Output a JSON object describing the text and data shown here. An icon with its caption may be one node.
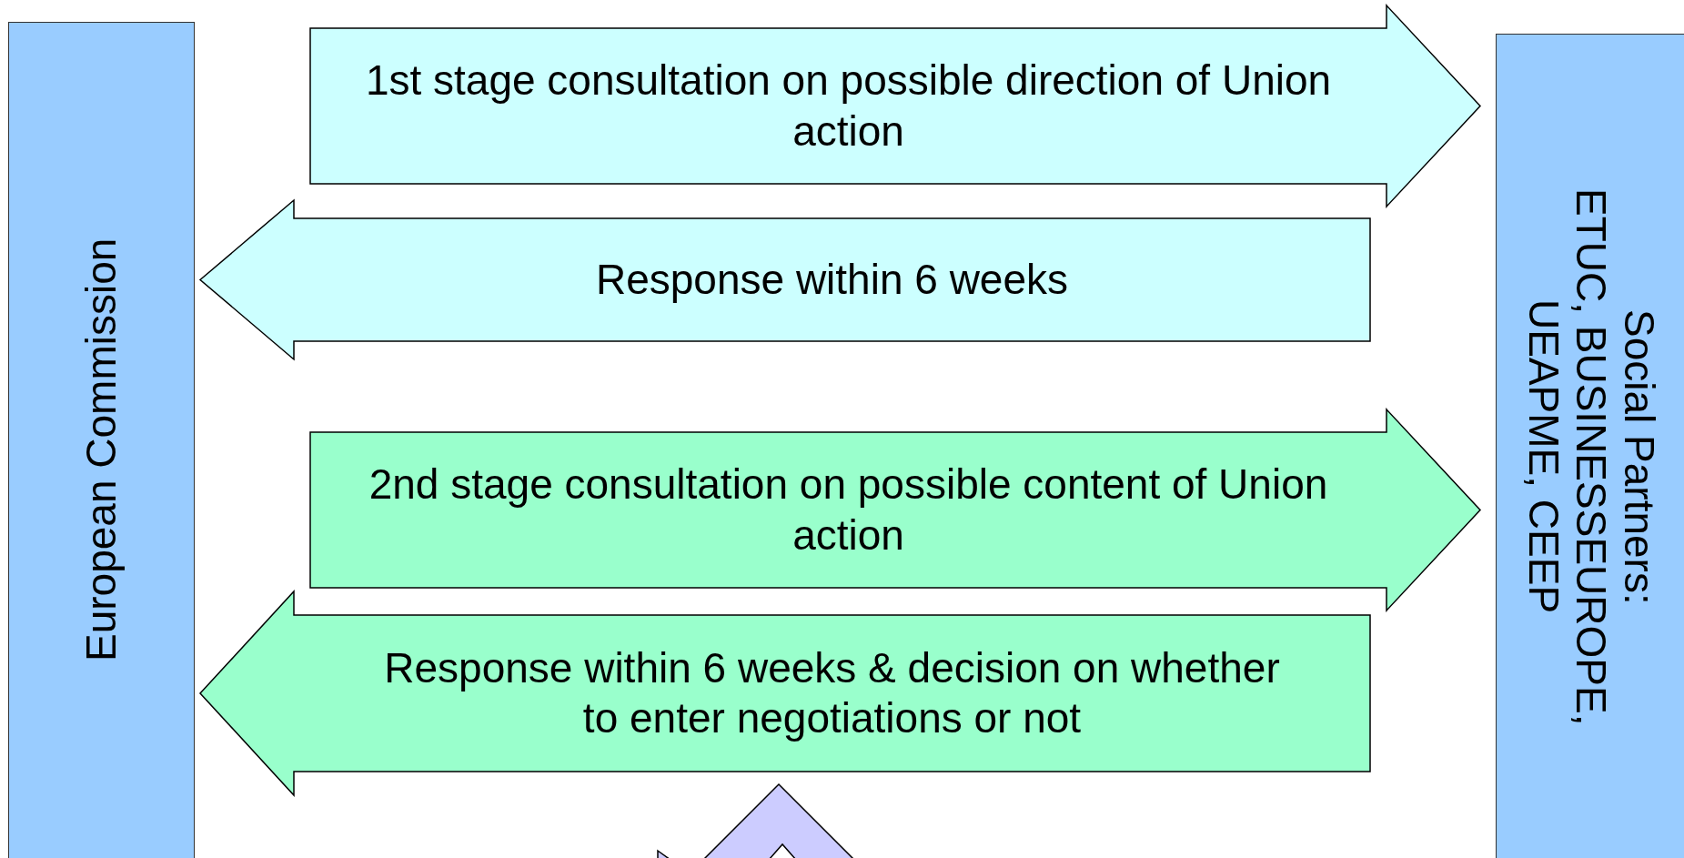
{
  "diagram": {
    "nodes": [
      {
        "text": [
          "European Commission"
        ]
      },
      {
        "text": [
          "Social Partners:",
          "ETUC, BUSINESSEUROPE, UEAPME, CEEP"
        ]
      }
    ],
    "edges": [
      {
        "from": 0,
        "to": 1,
        "arrow": "to",
        "label": "1st stage consultation on possible direction of Union action",
        "color": "#ccffff"
      },
      {
        "from": 1,
        "to": 0,
        "arrow": "to",
        "label": "Response within 6 weeks",
        "color": "#ccffff"
      },
      {
        "from": 0,
        "to": 1,
        "arrow": "to",
        "label": "2nd stage consultation on possible content of Union action",
        "color": "#99ffcc"
      },
      {
        "from": 1,
        "to": 0,
        "arrow": "to",
        "label": "Response within 6 weeks & decision on whether to enter negotiations or not",
        "color": "#99ffcc"
      }
    ]
  }
}
